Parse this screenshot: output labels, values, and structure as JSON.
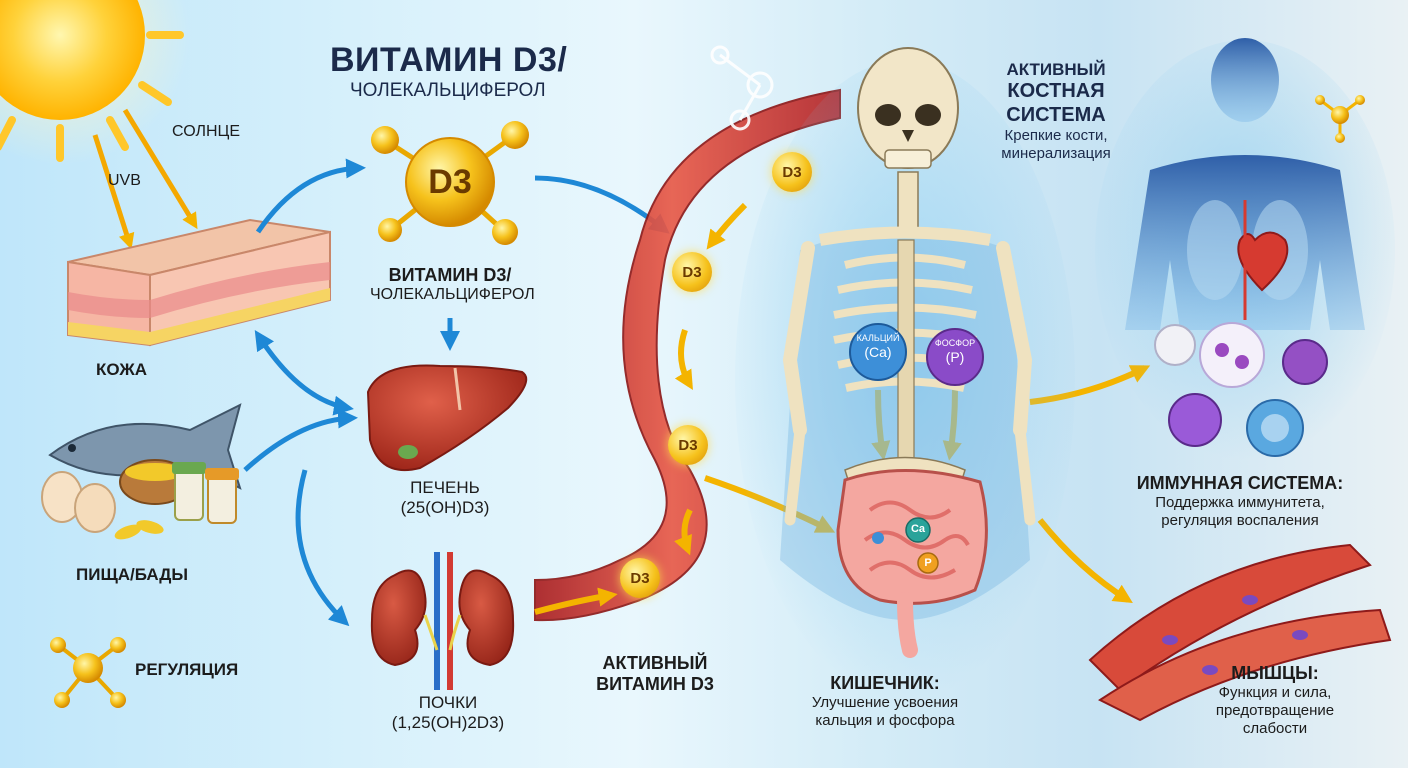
{
  "title": {
    "main": "ВИТАМИН D3/",
    "sub": "ЧОЛЕКАЛЬЦИФЕРОЛ"
  },
  "sun": {
    "label": "СОЛНЦЕ",
    "uvb": "UVB"
  },
  "skin": {
    "label": "КОЖА"
  },
  "food": {
    "label": "ПИЩА/БАДЫ"
  },
  "regulation": {
    "label": "РЕГУЛЯЦИЯ"
  },
  "molecule": {
    "symbol": "D3"
  },
  "mid_label": {
    "line1": "ВИТАМИН D3/",
    "line2": "ЧОЛЕКАЛЬЦИФЕРОЛ"
  },
  "liver": {
    "line1": "ПЕЧЕНЬ",
    "line2": "(25(OH)D3)"
  },
  "kidney": {
    "line1": "ПОЧКИ",
    "line2": "(1,25(OH)2D3)"
  },
  "active": {
    "line1": "АКТИВНЫЙ",
    "line2": "ВИТАМИН D3"
  },
  "vessel_marker": "D3",
  "bone": {
    "line1": "АКТИВНЫЙ",
    "line2": "КОСТНАЯ",
    "line3": "СИСТЕМА",
    "desc1": "Крепкие кости,",
    "desc2": "минерализация"
  },
  "calcium": {
    "label": "КАЛЬЦИЙ",
    "symbol": "(Ca)"
  },
  "phosphor": {
    "label": "ФОСФОР",
    "symbol": "(P)"
  },
  "intestine_marks": {
    "ca": "Ca",
    "p": "P"
  },
  "intestine": {
    "title": "КИШЕЧНИК:",
    "desc1": "Улучшение усвоения",
    "desc2": "кальция и фосфора"
  },
  "immune": {
    "title": "ИММУННАЯ СИСТЕМА:",
    "desc1": "Поддержка иммунитета,",
    "desc2": "регуляция воспаления"
  },
  "muscle": {
    "title": "МЫШЦЫ:",
    "desc1": "Функция и сила,",
    "desc2": "предотвращение",
    "desc3": "слабости"
  },
  "colors": {
    "arrow_blue": "#1e88d6",
    "arrow_gold": "#f4b400",
    "vessel": "#c8322e",
    "d3_gold": "#f6c21c"
  }
}
